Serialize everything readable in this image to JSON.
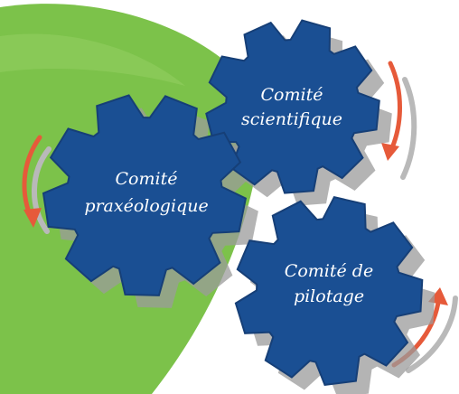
{
  "colors": {
    "background": "#ffffff",
    "leaf": "#7cc24a",
    "gear": "#1a4f93",
    "gear_shadow": "#9b9b9b",
    "arrow": "#e65a3a",
    "arrow_shadow": "#b9b9b9",
    "label": "#ffffff"
  },
  "gears": [
    {
      "id": "scientifique",
      "label_lines": [
        "Comité",
        "scientifique"
      ]
    },
    {
      "id": "praxeologique",
      "label_lines": [
        "Comité",
        "praxéologique"
      ]
    },
    {
      "id": "pilotage",
      "label_lines": [
        "Comité de",
        "pilotage"
      ]
    }
  ],
  "icons": {
    "gear": "gear-icon",
    "rotation_arrow": "curved-arrow-icon"
  }
}
